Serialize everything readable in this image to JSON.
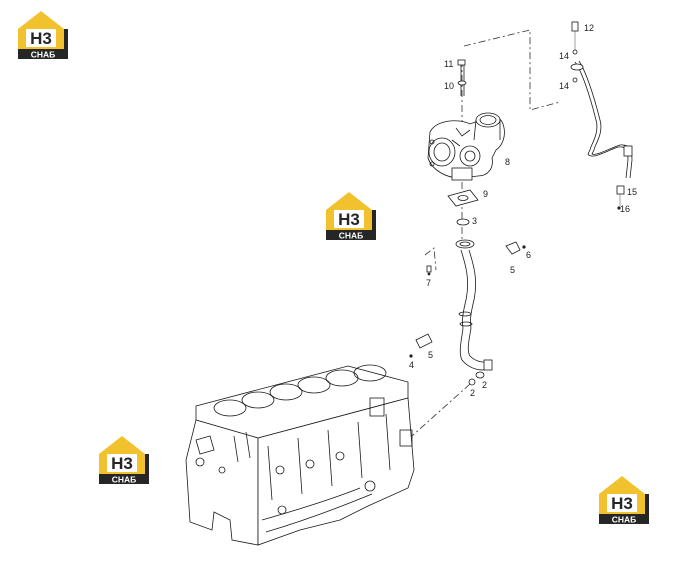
{
  "logo": {
    "mark": "Н3",
    "brand": "СНАБ",
    "colors": {
      "accent": "#f2c12e",
      "dark": "#262626",
      "light": "#ffffff"
    }
  },
  "callouts": [
    {
      "id": "c1",
      "text": "12"
    },
    {
      "id": "c2",
      "text": "14"
    },
    {
      "id": "c3",
      "text": "14"
    },
    {
      "id": "c4",
      "text": "11"
    },
    {
      "id": "c5",
      "text": "10"
    },
    {
      "id": "c6",
      "text": "8"
    },
    {
      "id": "c7",
      "text": "9"
    },
    {
      "id": "c8",
      "text": "3"
    },
    {
      "id": "c9",
      "text": "15"
    },
    {
      "id": "c10",
      "text": "16"
    },
    {
      "id": "c11",
      "text": "6"
    },
    {
      "id": "c12",
      "text": "5"
    },
    {
      "id": "c13",
      "text": "7"
    },
    {
      "id": "c14",
      "text": "5"
    },
    {
      "id": "c15",
      "text": "4"
    },
    {
      "id": "c16",
      "text": "2"
    },
    {
      "id": "c17",
      "text": "2"
    }
  ]
}
